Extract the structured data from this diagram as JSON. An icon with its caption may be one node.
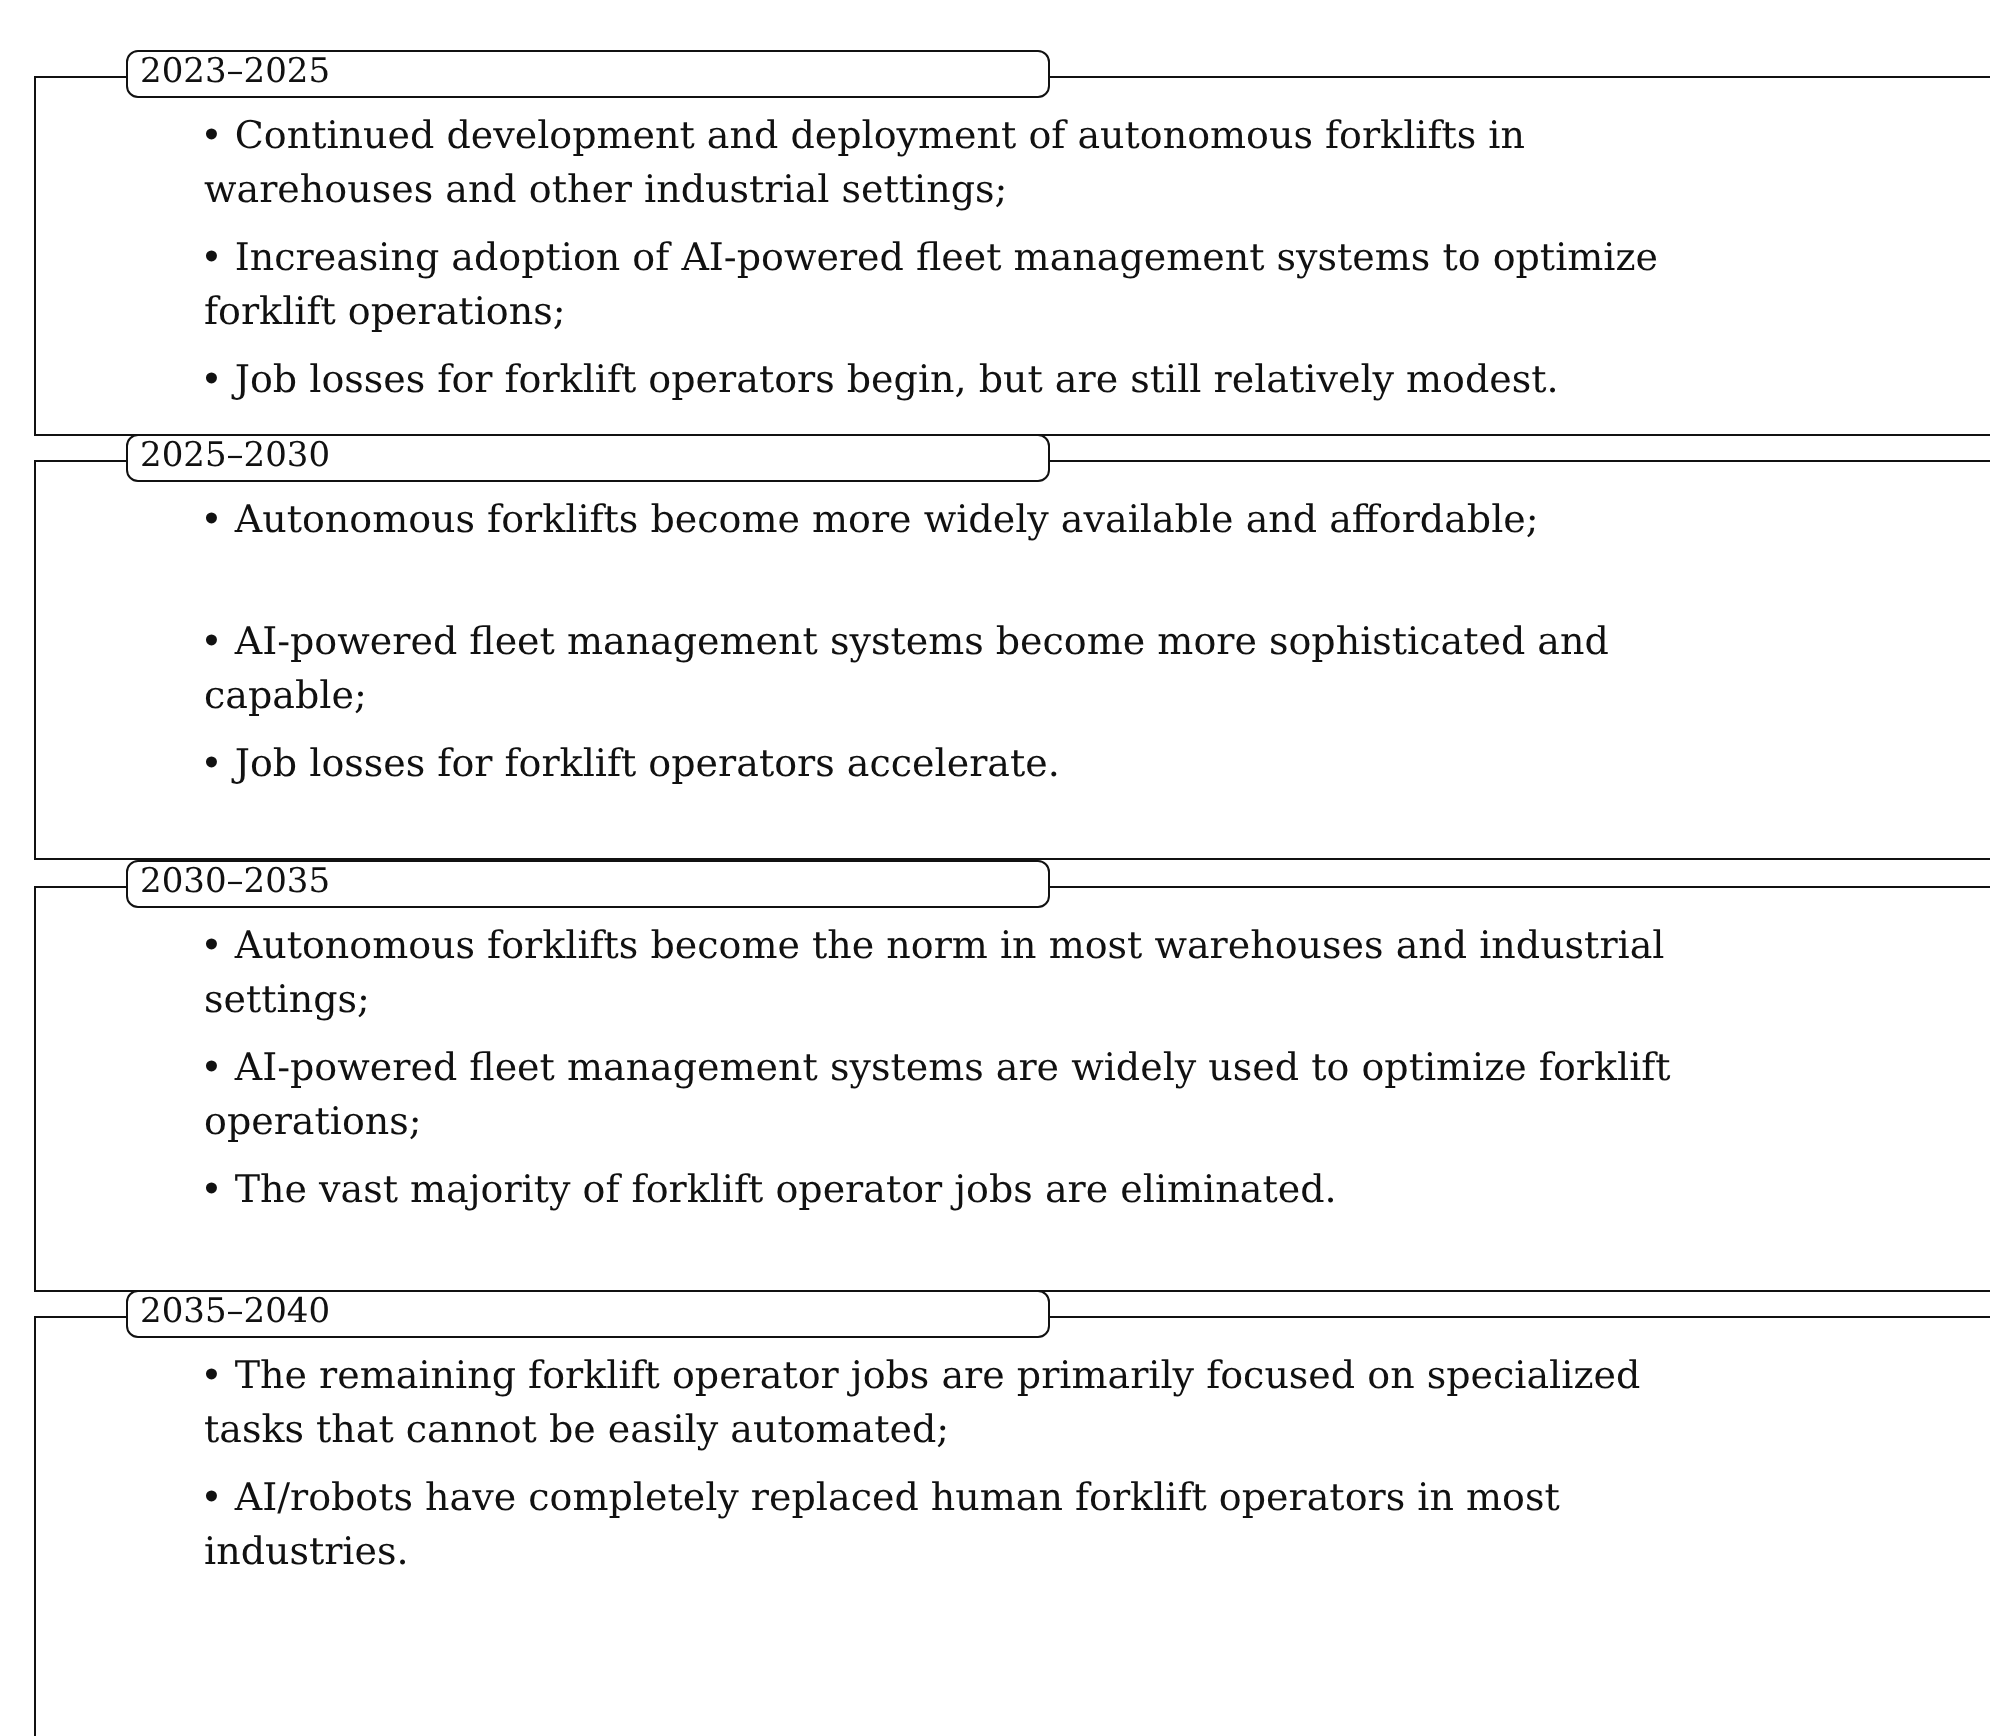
{
  "diagram": {
    "nodes": [
      {
        "text": [
          "2023–2025",
          "• Continued development and deployment of autonomous forklifts in warehouses and other industrial settings;",
          "• Increasing adoption of AI-powered fleet management systems to optimize forklift operations;",
          "• Job losses for forklift operators begin, but are still relatively modest."
        ]
      },
      {
        "text": [
          "2025–2030",
          "• Autonomous forklifts become more widely available and affordable;",
          "• AI-powered fleet management systems become more sophisticated and capable;",
          "• Job losses for forklift operators accelerate."
        ]
      },
      {
        "text": [
          "2030–2035",
          "• Autonomous forklifts become the norm in most warehouses and industrial settings;",
          "• AI-powered fleet management systems are widely used to optimize forklift operations;",
          "• The vast majority of forklift operator jobs are eliminated."
        ]
      },
      {
        "text": [
          "2035–2040",
          "• The remaining forklift operator jobs are primarily focused on specialized tasks that cannot be easily automated;",
          "• AI/robots have completely replaced human forklift operators in most industries."
        ]
      }
    ]
  }
}
